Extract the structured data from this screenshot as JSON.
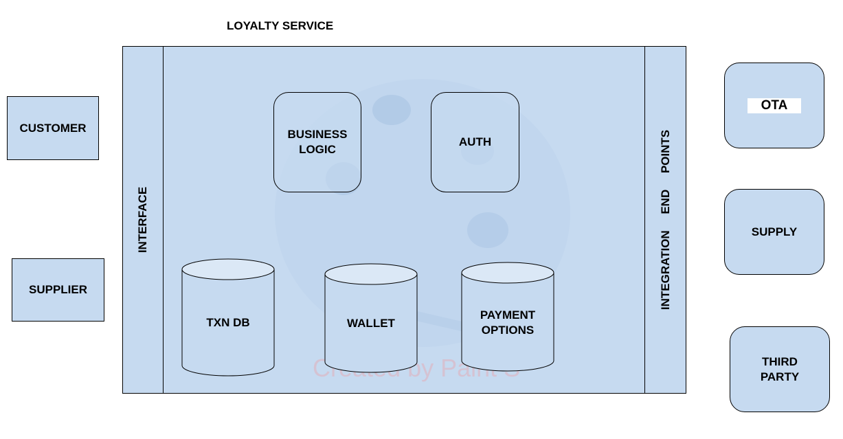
{
  "title": "LOYALTY SERVICE",
  "interface_label": "INTERFACE",
  "integration_label": "INTEGRATION     END     POINTS",
  "left_actors": [
    "CUSTOMER",
    "SUPPLIER"
  ],
  "modules": [
    "BUSINESS\nLOGIC",
    "AUTH"
  ],
  "databases": [
    "TXN DB",
    "WALLET",
    "PAYMENT\nOPTIONS"
  ],
  "right_systems": [
    "OTA",
    "SUPPLY",
    "THIRD\nPARTY"
  ],
  "watermark": "Created by Paint S",
  "colors": {
    "box_fill": "#c6daf0",
    "border": "#000000",
    "watermark_text": "#e1afb9"
  }
}
